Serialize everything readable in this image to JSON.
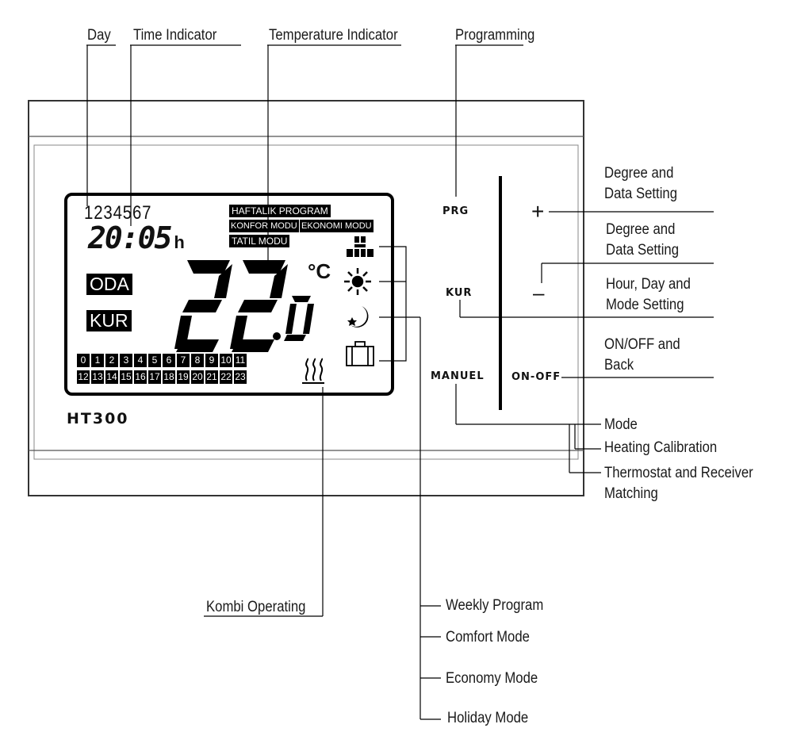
{
  "labels": {
    "day": "Day",
    "time_indicator": "Time Indicator",
    "temperature_indicator": "Temperature Indicator",
    "programming": "Programming",
    "plus_desc": [
      "Degree and",
      "Data Setting"
    ],
    "minus_desc": [
      "Degree and",
      "Data Setting"
    ],
    "kur_desc": [
      "Hour, Day and",
      "Mode Setting"
    ],
    "onoff_desc": [
      "ON/OFF and",
      "Back"
    ],
    "mode": "Mode",
    "heating_calibration": "Heating Calibration",
    "matching": [
      "Thermostat and Receiver",
      "Matching"
    ],
    "kombi_operating": "Kombi Operating",
    "weekly_program": "Weekly Program",
    "comfort_mode": "Comfort Mode",
    "economy_mode": "Economy Mode",
    "holiday_mode": "Holiday Mode"
  },
  "lcd": {
    "days": "1234567",
    "time": "20:05",
    "time_unit": "h",
    "oda": "ODA",
    "kur": "KUR",
    "program_badge": "HAFTALIK PROGRAM",
    "konfor_badge": "KONFOR MODU",
    "ekonomi_badge": "EKONOMI MODU",
    "tatil_badge": "TATIL MODU",
    "temp_main": "22",
    "temp_decimal": ".0",
    "unit": "°C",
    "hours_top": [
      "0",
      "1",
      "2",
      "3",
      "4",
      "5",
      "6",
      "7",
      "8",
      "9",
      "10",
      "11"
    ],
    "hours_bottom": [
      "12",
      "13",
      "14",
      "15",
      "16",
      "17",
      "18",
      "19",
      "20",
      "21",
      "22",
      "23"
    ]
  },
  "device": {
    "model": "HT300",
    "prg_button": "PRG",
    "kur_button": "KUR",
    "manuel_button": "MANUEL",
    "onoff_button": "ON-OFF",
    "plus_button": "+",
    "minus_button": "–"
  }
}
